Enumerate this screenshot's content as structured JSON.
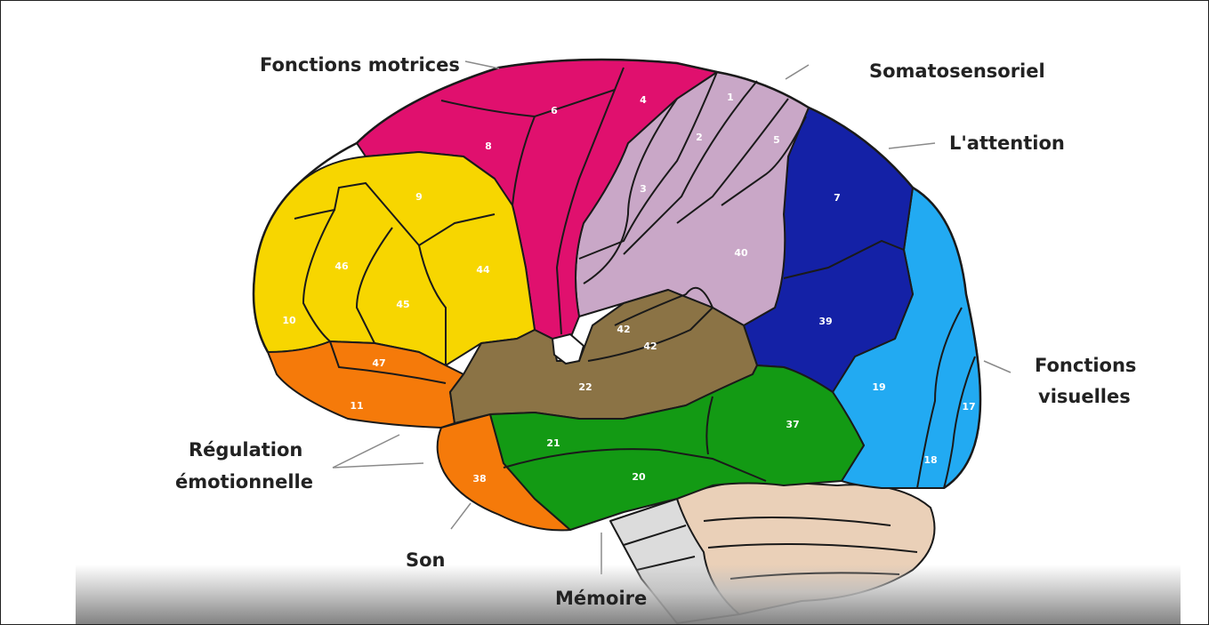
{
  "labels": {
    "motor": "Fonctions motrices",
    "somato": "Somatosensoriel",
    "attention": "L'attention",
    "visual_line1": "Fonctions",
    "visual_line2": "visuelles",
    "emotion_line1": "Régulation",
    "emotion_line2": "émotionnelle",
    "sound": "Son",
    "memory": "Mémoire"
  },
  "areas": {
    "a1": "1",
    "a2": "2",
    "a3": "3",
    "a4": "4",
    "a5": "5",
    "a6": "6",
    "a7": "7",
    "a8": "8",
    "a9": "9",
    "a10": "10",
    "a11": "11",
    "a17": "17",
    "a18": "18",
    "a19": "19",
    "a20": "20",
    "a21": "21",
    "a22": "22",
    "a37": "37",
    "a38": "38",
    "a39": "39",
    "a40": "40",
    "a42a": "42",
    "a42b": "42",
    "a44": "44",
    "a45": "45",
    "a46": "46",
    "a47": "47"
  },
  "colors": {
    "motor": "#e0106e",
    "somato": "#c9a7c7",
    "parietal": "#1421a6",
    "visual": "#22aaf2",
    "frontal": "#f7d600",
    "orbital": "#f57a0a",
    "auditory": "#8b7345",
    "temporal": "#139a14",
    "cerebellum": "#ead0b8",
    "brainstem": "#dcdcdc"
  }
}
